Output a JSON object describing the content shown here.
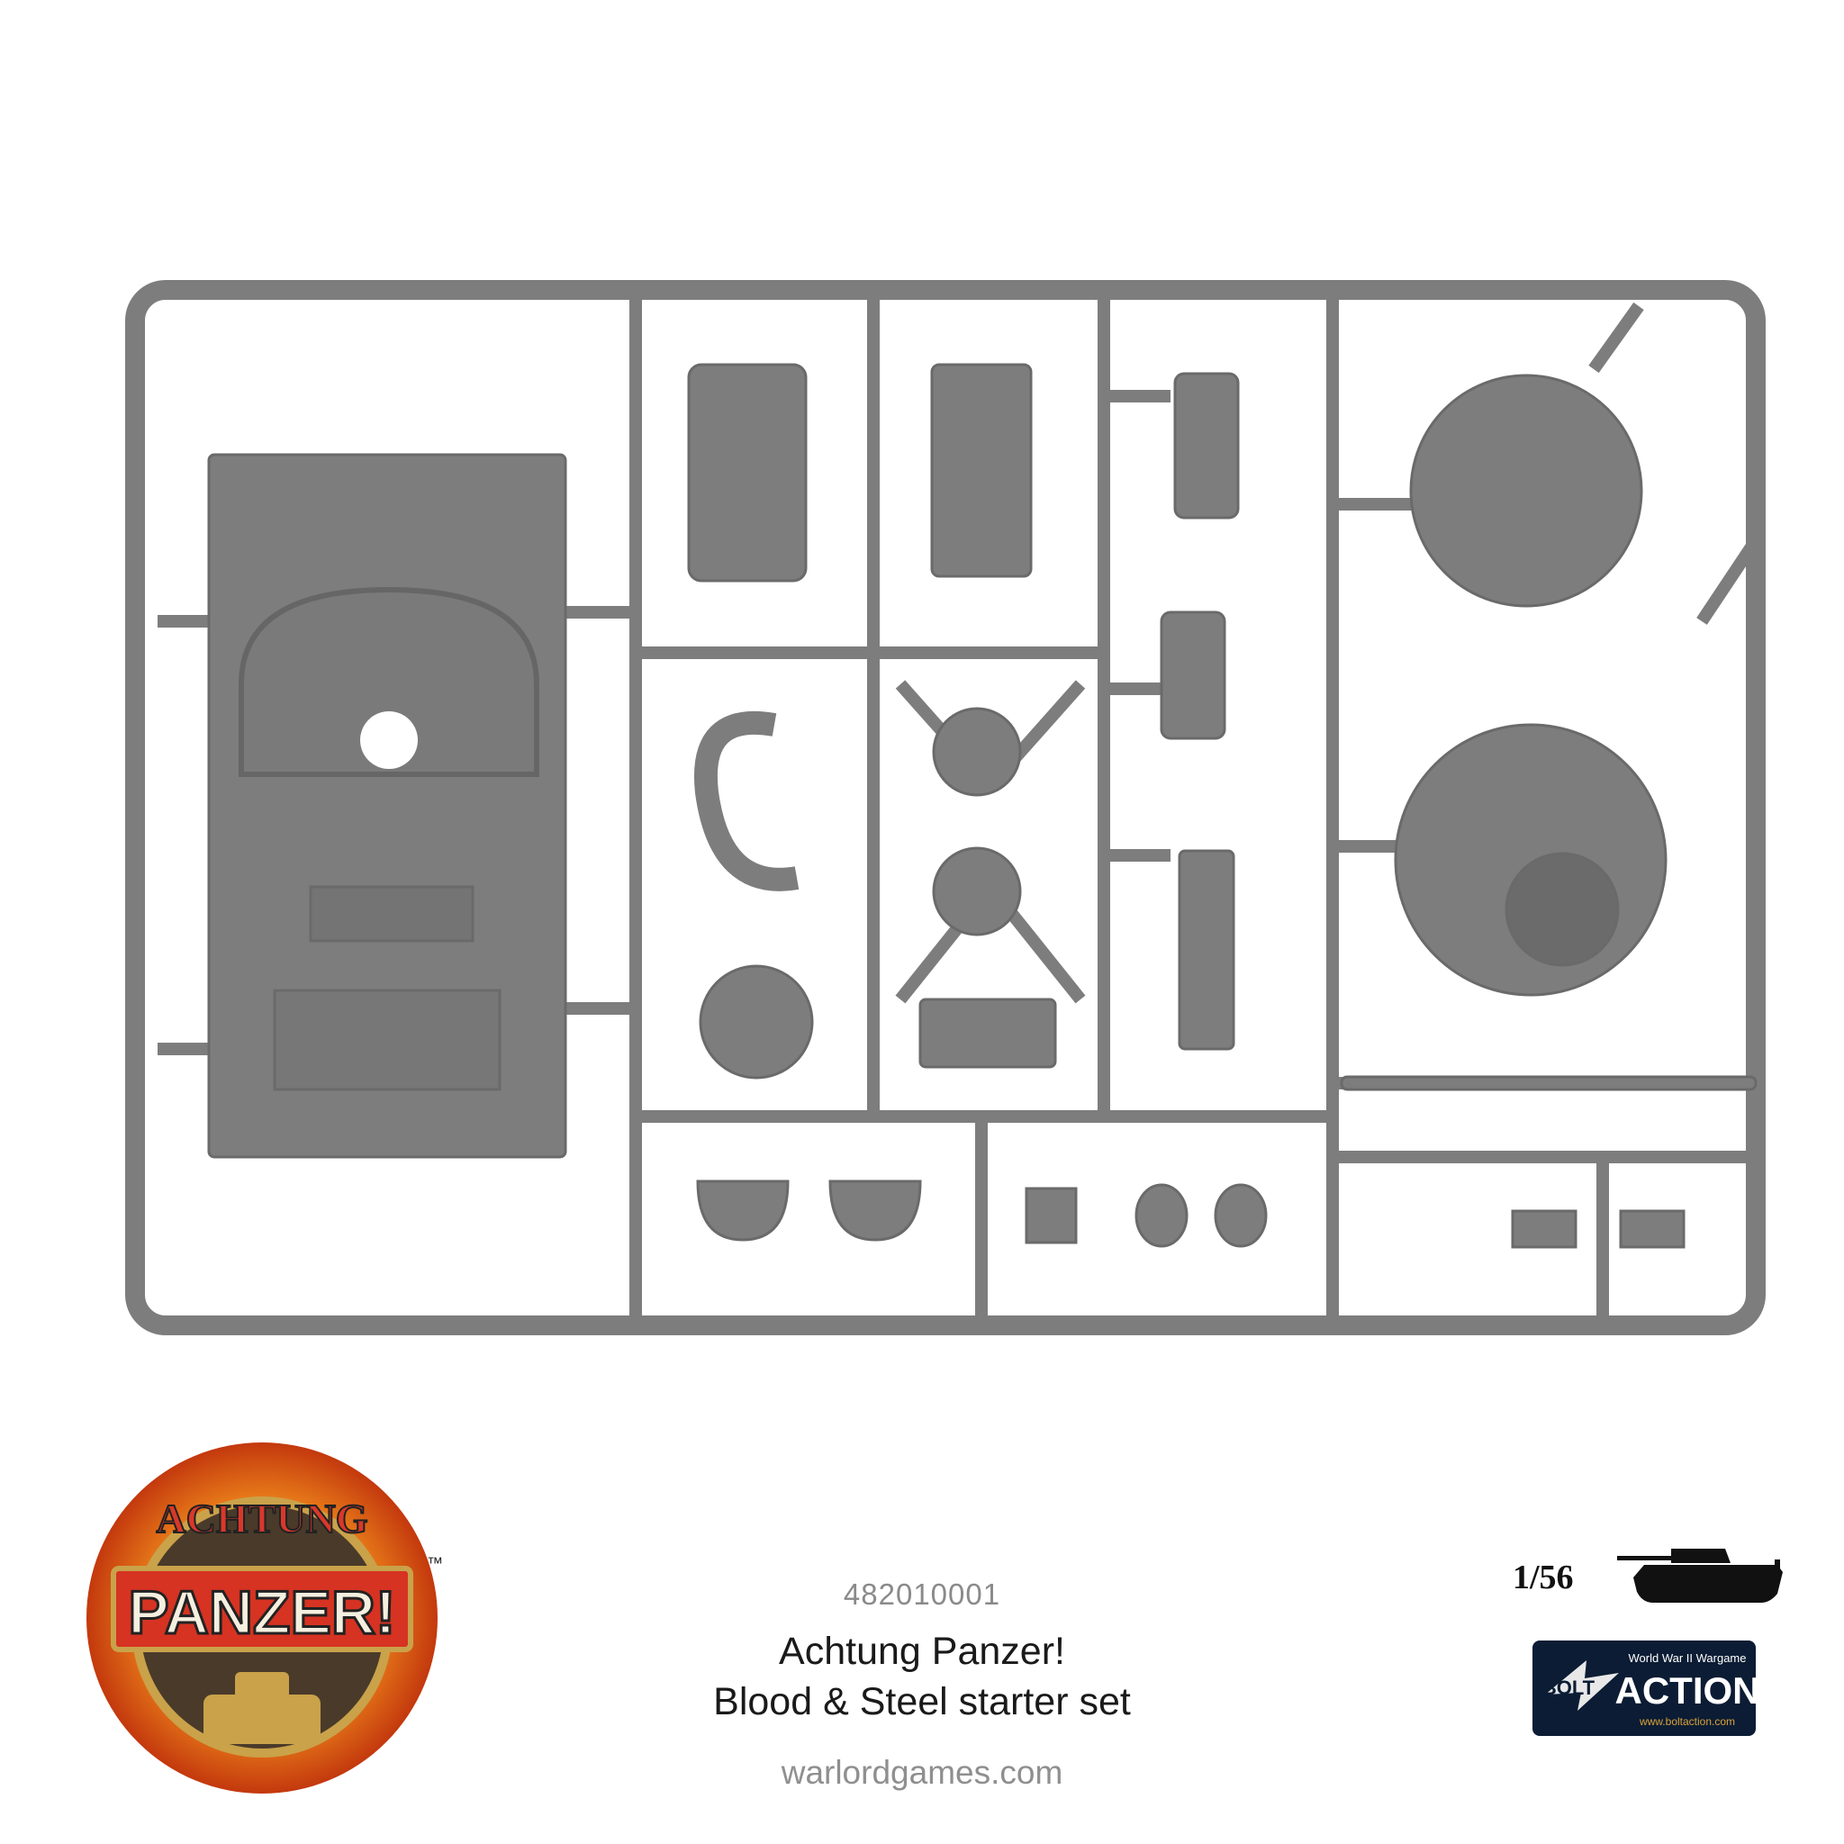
{
  "product": {
    "code": "482010001",
    "title_line1": "Achtung Panzer!",
    "title_line2": "Blood & Steel starter set",
    "website": "warlordgames.com",
    "scale": "1/56"
  },
  "logos": {
    "achtung_panzer": {
      "word_top": "ACHTUNG",
      "word_main": "PANZER!",
      "tm": "™"
    },
    "bolt_action": {
      "word_left": "BOLT",
      "word_right": "ACTION",
      "tagline": "World War II Wargame",
      "url": "www.boltaction.com"
    }
  },
  "colors": {
    "plastic": "#7d7d7d",
    "plastic_dark": "#6a6a6a",
    "background": "#ffffff",
    "logo_navy": "#0b1c34"
  },
  "icons": [
    "tank-silhouette-icon"
  ]
}
